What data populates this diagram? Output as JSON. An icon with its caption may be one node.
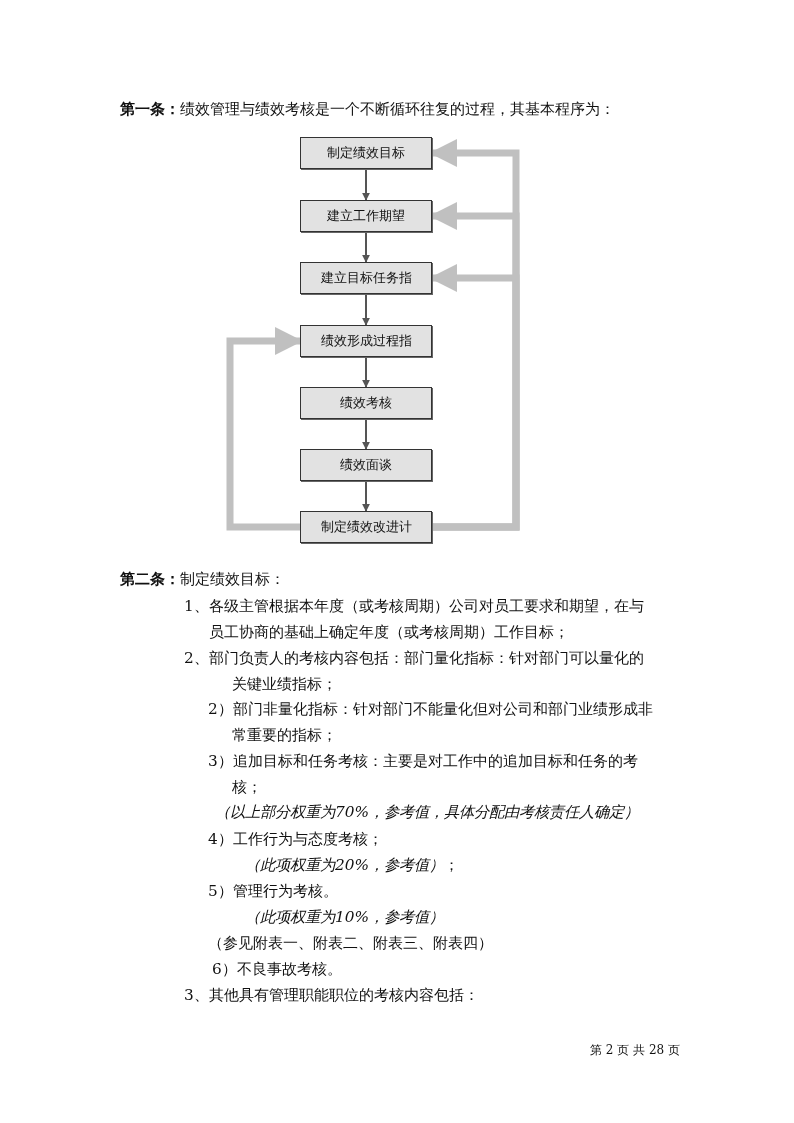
{
  "diagram": {
    "nodes": [
      {
        "text": [
          "制定绩效目标"
        ]
      },
      {
        "text": [
          "建立工作期望"
        ]
      },
      {
        "text": [
          "建立目标任务指"
        ]
      },
      {
        "text": [
          "绩效形成过程指"
        ]
      },
      {
        "text": [
          "绩效考核"
        ]
      },
      {
        "text": [
          "绩效面谈"
        ]
      },
      {
        "text": [
          "制定绩效改进计"
        ]
      }
    ],
    "edges": [
      {
        "from": 0,
        "to": 1,
        "arrow": "to"
      },
      {
        "from": 1,
        "to": 2,
        "arrow": "to"
      },
      {
        "from": 2,
        "to": 3,
        "arrow": "to"
      },
      {
        "from": 3,
        "to": 4,
        "arrow": "to"
      },
      {
        "from": 4,
        "to": 5,
        "arrow": "to"
      },
      {
        "from": 5,
        "to": 6,
        "arrow": "to"
      },
      {
        "from": 6,
        "to": 0,
        "arrow": "to",
        "style": "thick",
        "color": "#c0c0c0"
      },
      {
        "from": 6,
        "to": 1,
        "arrow": "to",
        "style": "thick",
        "color": "#c0c0c0"
      },
      {
        "from": 6,
        "to": 2,
        "arrow": "to",
        "style": "thick",
        "color": "#c0c0c0"
      },
      {
        "from": 6,
        "to": 3,
        "arrow": "to",
        "style": "thick",
        "color": "#c0c0c0"
      }
    ],
    "labels": [
      "**第一条：**绩效管理与绩效考核是一个不断循环往复的过程，其基本程序为：",
      "**第二条：**制定绩效目标：",
      "1、各级主管根据本年度（或考核周期）公司对员工要求和期望，在与员工协商的基础上确定年度（或考核周期）工作目标；",
      "2、部门负责人的考核内容包括：部门量化指标：针对部门可以量化的关键业绩指标；",
      "2）部门非量化指标：针对部门不能量化但对公司和部门业绩形成非常重要的指标；",
      "3）追加目标和任务考核：主要是对工作中的追加目标和任务的考核；",
      "（以上部分权重为70%，参考值，具体分配由考核责任人确定）",
      "4）工作行为与态度考核；",
      "*（此项权重为20%，参考值）*；",
      "5）管理行为考核。",
      "（此项权重为10%，参考值）",
      "（参见附表一、附表二、附表三、附表四）",
      "6）不良事故考核。",
      "3、其他具有管理职能职位的考核内容包括：",
      "第 2 页 共 28 页"
    ]
  }
}
